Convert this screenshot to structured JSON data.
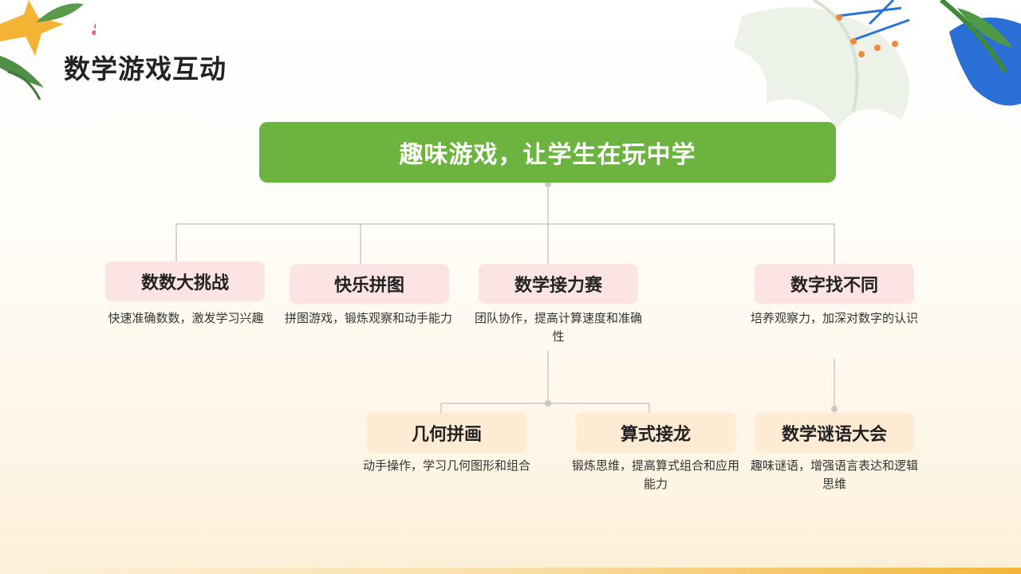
{
  "title": "数学游戏互动",
  "root": "趣味游戏，让学生在玩中学",
  "level1": [
    {
      "label": "数数大挑战",
      "desc": "快速准确数数，激发学习兴趣"
    },
    {
      "label": "快乐拼图",
      "desc": "拼图游戏，锻炼观察和动手能力"
    },
    {
      "label": "数学接力赛",
      "desc": "团队协作，提高计算速度和准确性"
    },
    {
      "label": "数字找不同",
      "desc": "培养观察力，加深对数字的认识"
    }
  ],
  "level2": [
    {
      "label": "几何拼画",
      "desc": "动手操作，学习几何图形和组合"
    },
    {
      "label": "算式接龙",
      "desc": "锻炼思维，提高算式组合和应用能力"
    },
    {
      "label": "数学谜语大会",
      "desc": "趣味谜语，增强语言表达和逻辑思维"
    }
  ],
  "colors": {
    "root": "#6cb33f",
    "level1_box": "#fce3e4",
    "level2_box": "#fdebd3",
    "connector": "#c8c8c8"
  }
}
